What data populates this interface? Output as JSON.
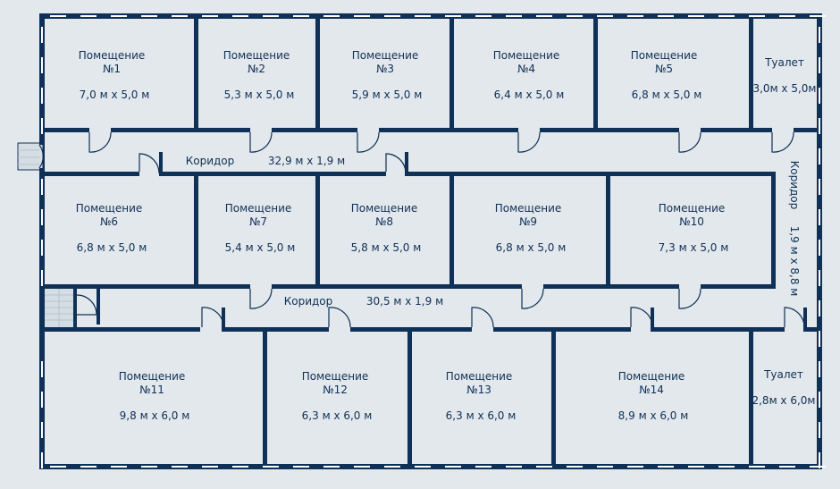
{
  "rooms": [
    {
      "id": "r1",
      "name": "Помещение",
      "number": "№1",
      "size": "7,0 м x 5,0 м"
    },
    {
      "id": "r2",
      "name": "Помещение",
      "number": "№2",
      "size": "5,3 м x 5,0 м"
    },
    {
      "id": "r3",
      "name": "Помещение",
      "number": "№3",
      "size": "5,9 м x 5,0 м"
    },
    {
      "id": "r4",
      "name": "Помещение",
      "number": "№4",
      "size": "6,4 м x 5,0 м"
    },
    {
      "id": "r5",
      "name": "Помещение",
      "number": "№5",
      "size": "6,8 м x 5,0 м"
    },
    {
      "id": "t1",
      "name": "Туалет",
      "number": "",
      "size": "3,0м x 5,0м"
    },
    {
      "id": "r6",
      "name": "Помещение",
      "number": "№6",
      "size": "6,8 м x 5,0 м"
    },
    {
      "id": "r7",
      "name": "Помещение",
      "number": "№7",
      "size": "5,4 м x 5,0 м"
    },
    {
      "id": "r8",
      "name": "Помещение",
      "number": "№8",
      "size": "5,8 м x 5,0 м"
    },
    {
      "id": "r9",
      "name": "Помещение",
      "number": "№9",
      "size": "6,8 м x 5,0 м"
    },
    {
      "id": "r10",
      "name": "Помещение",
      "number": "№10",
      "size": "7,3 м x 5,0 м"
    },
    {
      "id": "r11",
      "name": "Помещение",
      "number": "№11",
      "size": "9,8 м x 6,0 м"
    },
    {
      "id": "r12",
      "name": "Помещение",
      "number": "№12",
      "size": "6,3 м x 6,0 м"
    },
    {
      "id": "r13",
      "name": "Помещение",
      "number": "№13",
      "size": "6,3 м x 6,0 м"
    },
    {
      "id": "r14",
      "name": "Помещение",
      "number": "№14",
      "size": "8,9 м x 6,0 м"
    },
    {
      "id": "t2",
      "name": "Туалет",
      "number": "",
      "size": "2,8м x 6,0м"
    }
  ],
  "corridors": [
    {
      "id": "c1",
      "name": "Коридор",
      "size": "32,9 м  x  1,9 м"
    },
    {
      "id": "c2",
      "name": "Коридор",
      "size": "30,5  м  x  1,9 м"
    },
    {
      "id": "c3",
      "name": "Коридор",
      "size": "1,9 м x 8,8 м"
    }
  ],
  "colors": {
    "wall": "#0f3057",
    "floor": "#e3e8ec",
    "window": "#ffffff"
  }
}
